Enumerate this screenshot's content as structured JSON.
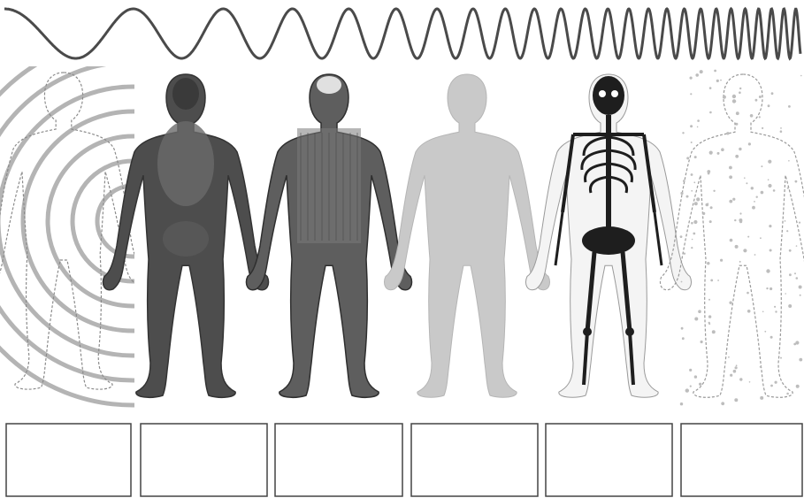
{
  "figure": {
    "wave_icon": "electromagnetic-wave-icon",
    "panels": [
      {
        "id": "radio-waves",
        "icon": "concentric-rings-body-outline"
      },
      {
        "id": "microwaves",
        "icon": "heat-mapped-body"
      },
      {
        "id": "infrared",
        "icon": "dark-thermal-clothed-figure"
      },
      {
        "id": "visible-light",
        "icon": "grey-silhouette"
      },
      {
        "id": "x-rays",
        "icon": "skeleton"
      },
      {
        "id": "gamma-rays",
        "icon": "dotted-body-outline"
      }
    ],
    "label_boxes": [
      "",
      "",
      "",
      "",
      "",
      ""
    ]
  },
  "colors": {
    "wave": "#4a4a4a",
    "ink": "#222222",
    "dark_fill": "#3a3a3a",
    "mid_fill": "#6e6e6e",
    "light_fill": "#c8c8c8",
    "outline": "#9a9a9a",
    "box_border": "#444444"
  }
}
